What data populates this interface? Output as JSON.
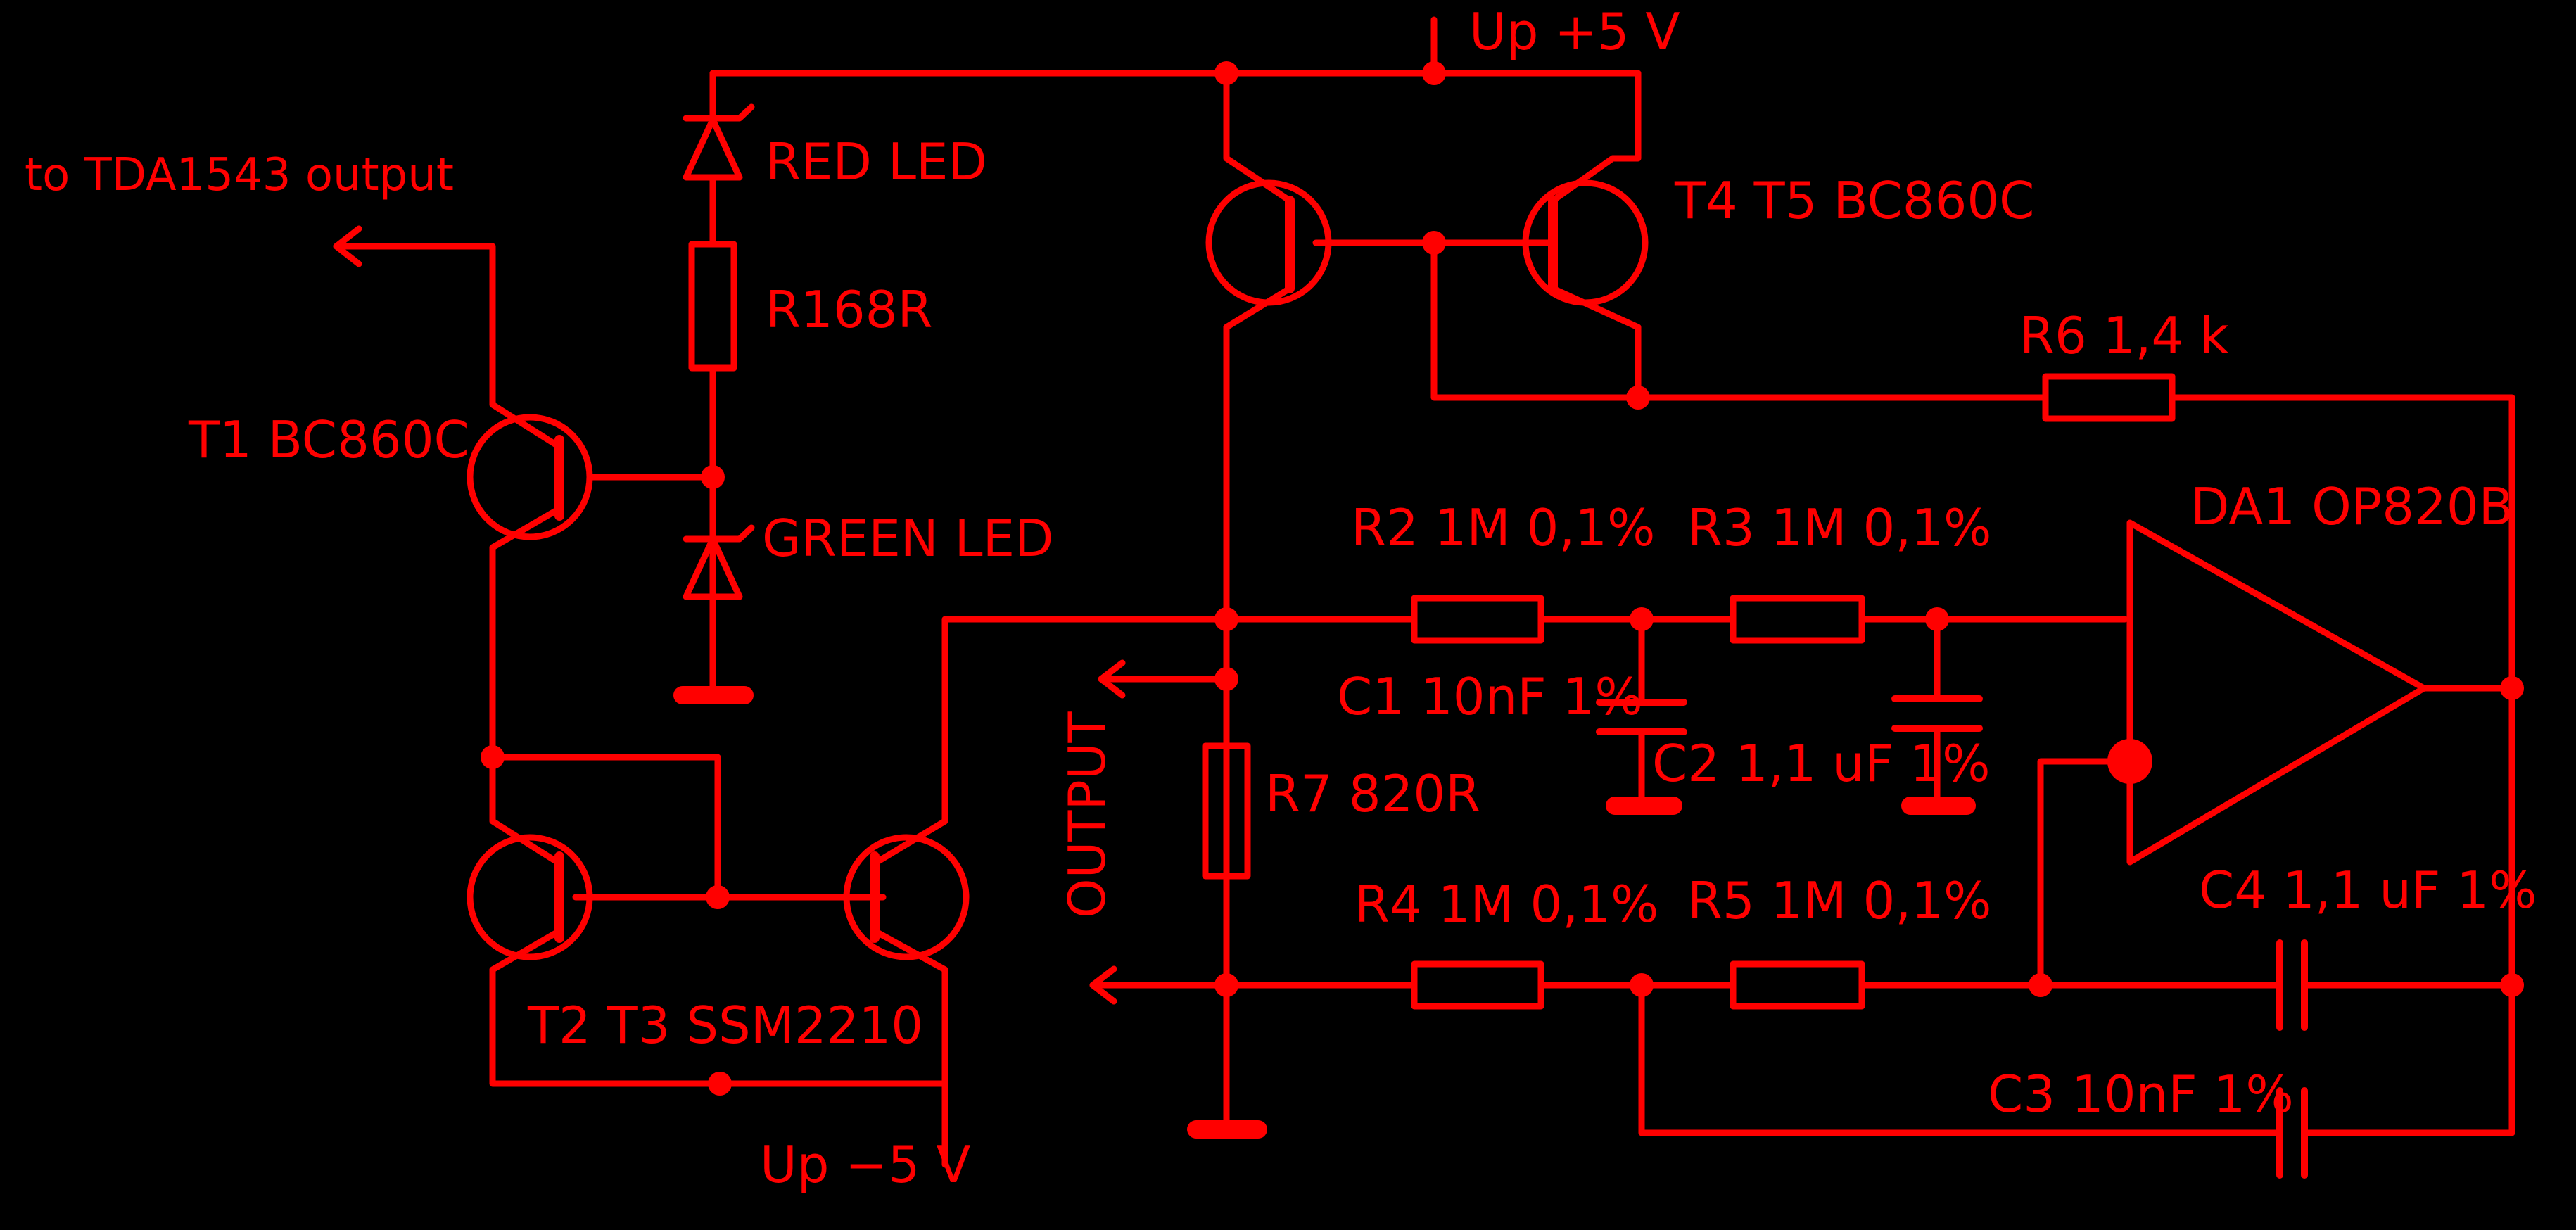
{
  "diagram": {
    "stroke_color": "#ff0000",
    "background_color": "#000000",
    "labels": {
      "up_pos": "Up  +5 V",
      "up_neg": "Up  −5 V",
      "to_tda": "to TDA1543 output",
      "red_led": "RED LED",
      "r1": "R168R",
      "green_led": "GREEN LED",
      "t1": "T1 BC860C",
      "t2t3": "T2 T3  SSM2210",
      "t4t5": "T4 T5  BC860C",
      "r6": "R6 1,4 k",
      "r2": "R2 1M 0,1%",
      "r3": "R3 1M 0,1%",
      "da1": "DA1 OP820B",
      "c1": "C1 10nF 1%",
      "c2": "C2 1,1 uF 1%",
      "r7": "R7 820R",
      "output": "OUTPUT",
      "r4": "R4 1M 0,1%",
      "r5": "R5 1M 0,1%",
      "c4": "C4 1,1 uF 1%",
      "c3": "C3 10nF 1%"
    }
  }
}
